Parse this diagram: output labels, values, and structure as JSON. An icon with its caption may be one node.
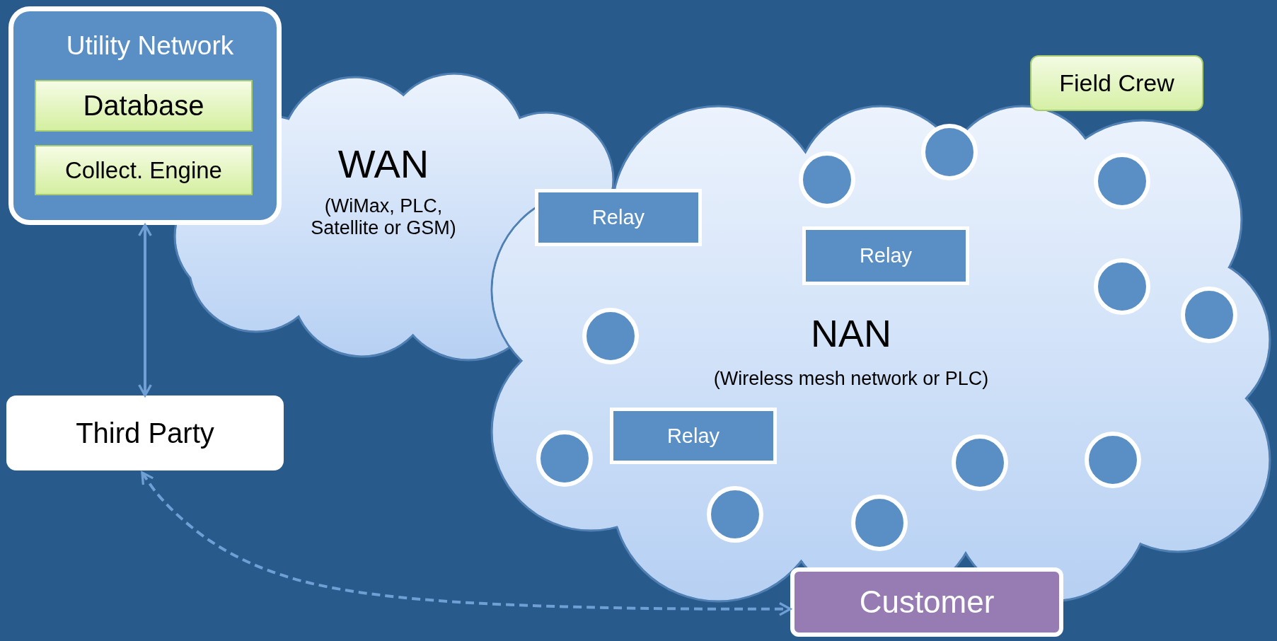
{
  "diagram": {
    "nodes": [
      {
        "text": [
          "Utility Network"
        ]
      },
      {
        "text": [
          "Database"
        ],
        "in": 0
      },
      {
        "text": [
          "Collect. Engine"
        ],
        "in": 0
      },
      {
        "text": [
          "WAN",
          "(WiMax, PLC, Satellite or GSM)"
        ]
      },
      {
        "text": [
          "NAN",
          "(Wireless mesh network or PLC)"
        ]
      },
      {
        "text": [
          "Relay"
        ],
        "in": 4
      },
      {
        "text": [
          "Relay"
        ],
        "in": 4
      },
      {
        "text": [
          "Relay"
        ],
        "in": 4
      },
      {
        "text": [],
        "shape": "circle",
        "in": 4
      },
      {
        "text": [],
        "shape": "circle",
        "in": 4
      },
      {
        "text": [],
        "shape": "circle",
        "in": 4
      },
      {
        "text": [],
        "shape": "circle",
        "in": 4
      },
      {
        "text": [],
        "shape": "circle",
        "in": 4
      },
      {
        "text": [],
        "shape": "circle",
        "in": 4
      },
      {
        "text": [],
        "shape": "circle",
        "in": 4
      },
      {
        "text": [],
        "shape": "circle",
        "in": 4
      },
      {
        "text": [],
        "shape": "circle",
        "in": 4
      },
      {
        "text": [],
        "shape": "circle",
        "in": 4
      },
      {
        "text": [],
        "shape": "circle",
        "in": 4
      },
      {
        "text": [
          "Field Crew"
        ]
      },
      {
        "text": [
          "Third Party"
        ]
      },
      {
        "text": [
          "Customer"
        ]
      }
    ],
    "edges": [
      {
        "from": 0,
        "to": 20,
        "arrow": "both"
      },
      {
        "from": 20,
        "to": 21,
        "arrow": "both",
        "style": "dashed"
      }
    ]
  }
}
